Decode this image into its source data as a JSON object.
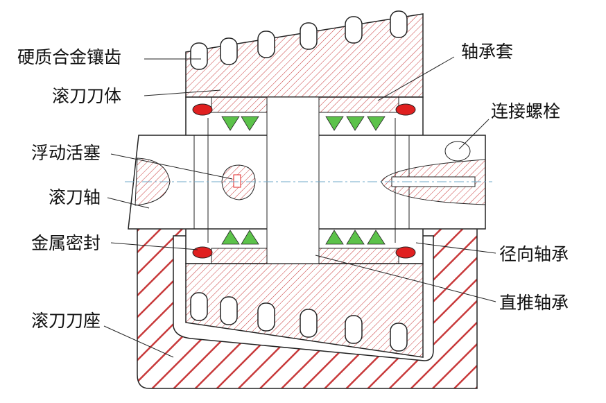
{
  "labels": {
    "carbide_inserts": "硬质合金镶齿",
    "cutter_body": "滚刀刀体",
    "floating_piston": "浮动活塞",
    "cutter_shaft": "滚刀轴",
    "metal_seal": "金属密封",
    "cutter_seat": "滚刀刀座",
    "bearing_sleeve": "轴承套",
    "connecting_bolt": "连接螺栓",
    "radial_bearing": "径向轴承",
    "thrust_bearing": "直推轴承"
  },
  "colors": {
    "hatch": "#c8393a",
    "bearing": "#5cc24a",
    "outline": "#222222",
    "centerline": "#6fa8c8"
  }
}
